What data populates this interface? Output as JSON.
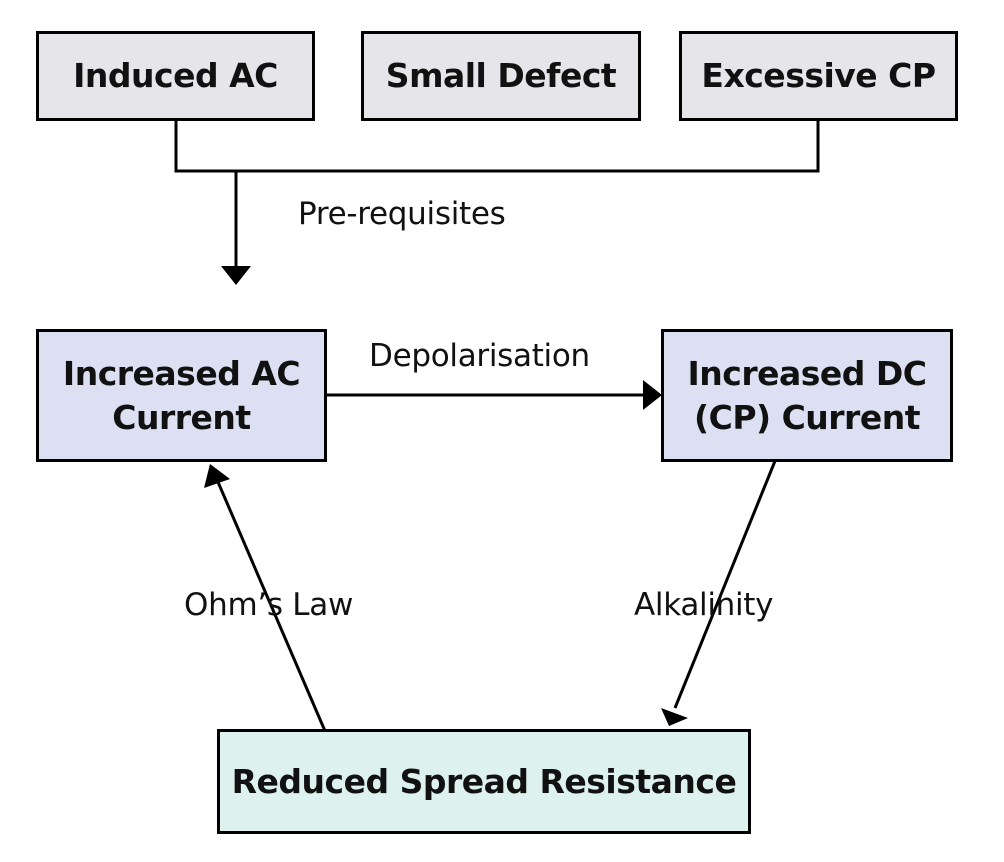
{
  "top_boxes": {
    "induced_ac": "Induced AC",
    "small_defect": "Small Defect",
    "excessive_cp": "Excessive CP"
  },
  "nodes": {
    "increased_ac_current": "Increased AC Current",
    "increased_dc_current": "Increased DC (CP) Current",
    "reduced_spread_resistance": "Reduced Spread Resistance"
  },
  "edge_labels": {
    "prerequisites": "Pre-requisites",
    "depolarisation": "Depolarisation",
    "ohms_law": "Ohm’s Law",
    "alkalinity": "Alkalinity"
  },
  "colors": {
    "top_box_fill": "#e6e6ea",
    "current_box_fill": "#dde0f3",
    "resistance_box_fill": "#ddf1ee",
    "stroke": "#000000"
  }
}
